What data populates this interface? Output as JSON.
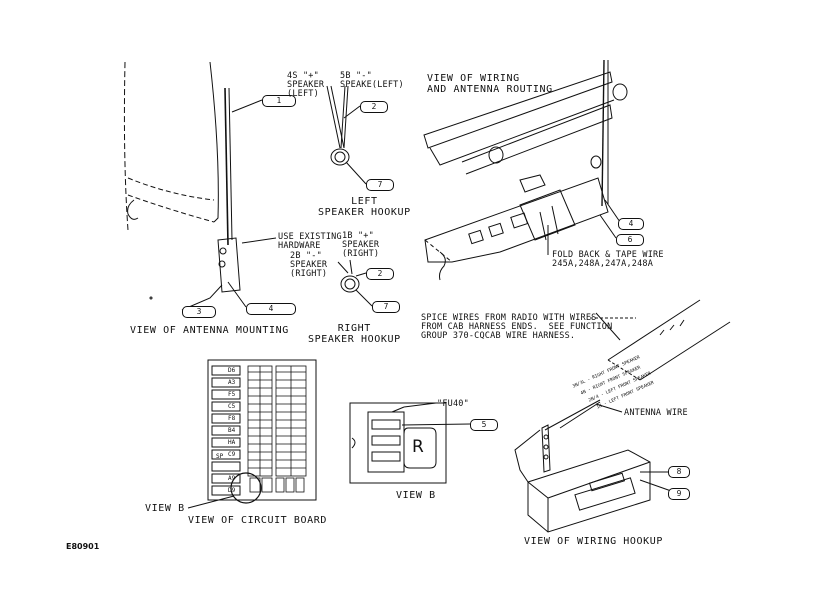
{
  "document_code": "E80901",
  "views": {
    "antenna_mounting": {
      "caption": "VIEW OF ANTENNA MOUNTING",
      "note": "USE EXISTING\nHARDWARE",
      "callouts": [
        "1",
        "3",
        "4"
      ]
    },
    "left_speaker": {
      "caption": "LEFT\nSPEAKER HOOKUP",
      "wire_plus": "4S \"+\"\nSPEAKER\n(LEFT)",
      "wire_minus": "5B \"-\"\nSPEAKE(LEFT)",
      "callouts": [
        "2",
        "7"
      ]
    },
    "right_speaker": {
      "caption": "RIGHT\nSPEAKER HOOKUP",
      "wire_plus": "1B \"+\"\nSPEAKER\n(RIGHT)",
      "wire_minus": "2B \"-\"\nSPEAKER\n(RIGHT)",
      "callouts": [
        "2",
        "7"
      ]
    },
    "wiring_routing": {
      "caption": "VIEW OF WIRING\nAND ANTENNA ROUTING",
      "note": "FOLD BACK & TAPE WIRE\n245A,248A,247A,248A",
      "callouts": [
        "4",
        "6"
      ]
    },
    "circuit_board": {
      "caption": "VIEW OF CIRCUIT BOARD",
      "pointer_label": "VIEW B",
      "fuse_labels": [
        "D6",
        "A3",
        "F5",
        "C5",
        "F8",
        "B4",
        "HA",
        "C9",
        "",
        "A9",
        "D9"
      ],
      "relay_text": "SP"
    },
    "view_b": {
      "caption": "VIEW B",
      "fuse_label": "\"FU40\"",
      "callout": "5",
      "relay_text": "R"
    },
    "wiring_hookup": {
      "caption": "VIEW OF WIRING HOOKUP",
      "note": "SPICE WIRES FROM RADIO WITH WIRES\nFROM CAB HARNESS ENDS.  SEE FUNCTION\nGROUP 370-CQCAB WIRE HARNESS.",
      "antenna_label": "ANTENNA WIRE",
      "wire_codes": [
        "3N/3L - RIGHT FRONT SPEAKER",
        "4N - RIGHT FRONT SPEAKER",
        "2N/4 - LEFT FRONT SPEAKER",
        "1N - LEFT FRONT SPEAKER"
      ],
      "callouts": [
        "8",
        "9"
      ]
    }
  }
}
